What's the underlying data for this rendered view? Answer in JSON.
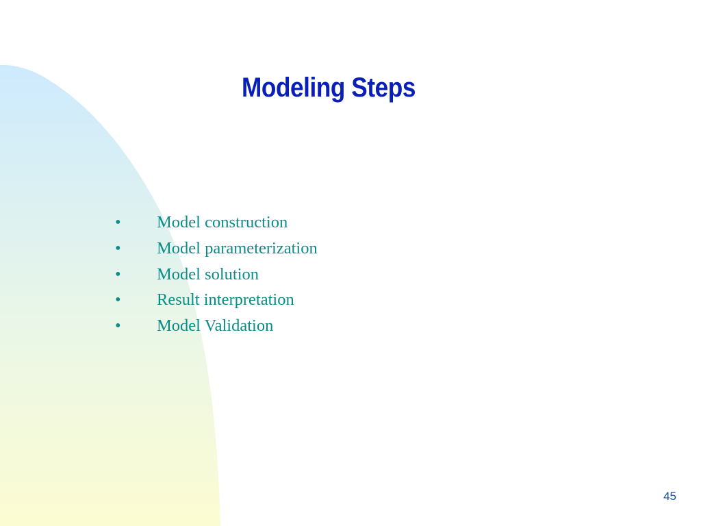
{
  "slide": {
    "title": "Modeling Steps",
    "bullet_marker": "•",
    "bullets": [
      "Model construction",
      "Model parameterization",
      "Model solution",
      "Result interpretation",
      "Model Validation"
    ],
    "page_number": "45"
  },
  "colors": {
    "title": "#0a1fb6",
    "bullet_text": "#0b8c86",
    "page_number": "#1a50a8",
    "gradient_top": "#cdeafd",
    "gradient_bottom": "#fcfcd2",
    "background": "#ffffff"
  }
}
